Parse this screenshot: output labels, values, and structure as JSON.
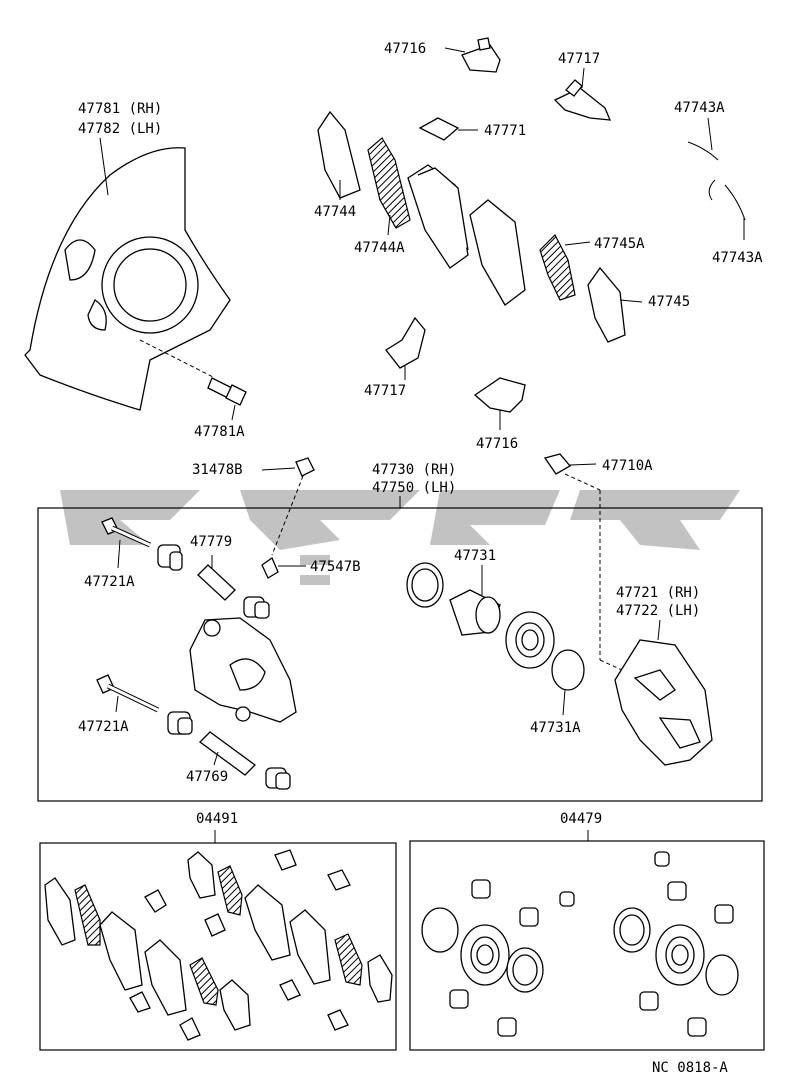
{
  "labels": {
    "p47716_top": "47716",
    "p47717_top": "47717",
    "p47781": "47781 (RH)",
    "p47782": "47782 (LH)",
    "p47771": "47771",
    "p47743A_top": "47743A",
    "p47744": "47744",
    "p47744A": "47744A",
    "p47745A": "47745A",
    "p47743A_bot": "47743A",
    "p47745": "47745",
    "p47717_mid": "47717",
    "p47781A": "47781A",
    "p47716_mid": "47716",
    "p31478B": "31478B",
    "p47730": "47730 (RH)",
    "p47750": "47750 (LH)",
    "p47710A": "47710A",
    "p47779": "47779",
    "p47721A_top": "47721A",
    "p47547B": "47547B",
    "p47731": "47731",
    "p47721": "47721 (RH)",
    "p47722": "47722 (LH)",
    "p47721A_bot": "47721A",
    "p47731A": "47731A",
    "p47769": "47769",
    "p04491": "04491",
    "p04479": "04479",
    "doc_code": "NC 0818-A"
  }
}
